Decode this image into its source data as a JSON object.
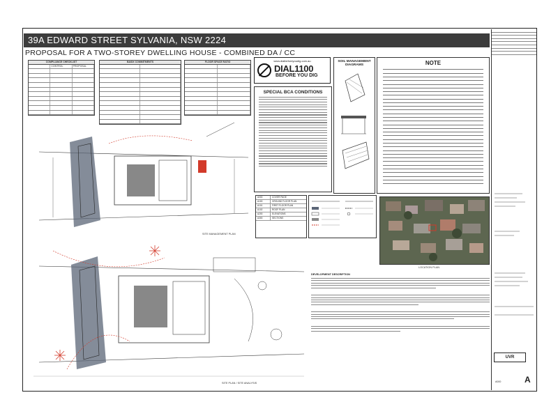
{
  "header": {
    "title": "39A EDWARD STREET SYLVANIA, NSW 2224",
    "subtitle": "PROPOSAL FOR A TWO-STOREY DWELLING HOUSE -  COMBINED DA / CC"
  },
  "tables": {
    "compliance": {
      "title": "COMPLIANCE CHECKLIST",
      "cols": [
        "",
        "CONTROL",
        "PROPOSAL"
      ]
    },
    "basix": {
      "title": "BASIX COMMITMENTS"
    },
    "fsr": {
      "title": "FLOOR SPACE RATIO"
    }
  },
  "dial": {
    "url": "www.dialbeforeyoudig.com.au",
    "number": "DIAL1100",
    "tagline": "BEFORE YOU DIG"
  },
  "bca": {
    "title": "SPECIAL BCA CONDITIONS"
  },
  "soil": {
    "title": "SOIL MANAGEMENT DIAGRAMS"
  },
  "note": {
    "title": "NOTE"
  },
  "sheet_index": {
    "rows": [
      {
        "id": "A000",
        "name": "COVER PAGE"
      },
      {
        "id": "A100",
        "name": "GROUND FLOOR PLAN"
      },
      {
        "id": "A101",
        "name": "FIRST FLOOR PLAN"
      },
      {
        "id": "A102",
        "name": "ROOF PLAN"
      },
      {
        "id": "A200",
        "name": "ELEVATIONS"
      },
      {
        "id": "A300",
        "name": "SECTIONS"
      }
    ]
  },
  "aerial": {
    "caption": "LOCATION PLAN"
  },
  "desc": {
    "title": "DEVELOPMENT DESCRIPTION"
  },
  "captions": {
    "site_mgmt": "SITE MANAGEMENT PLAN",
    "site_plan": "SITE PLAN / SITE ANALYSIS"
  },
  "titleblock": {
    "logo": "UVR",
    "sheet": "A",
    "drawing_no": "A000"
  },
  "colors": {
    "title_bg": "#3c3c3c",
    "accent_red": "#d23a2a",
    "hatch": "#5b6577"
  }
}
